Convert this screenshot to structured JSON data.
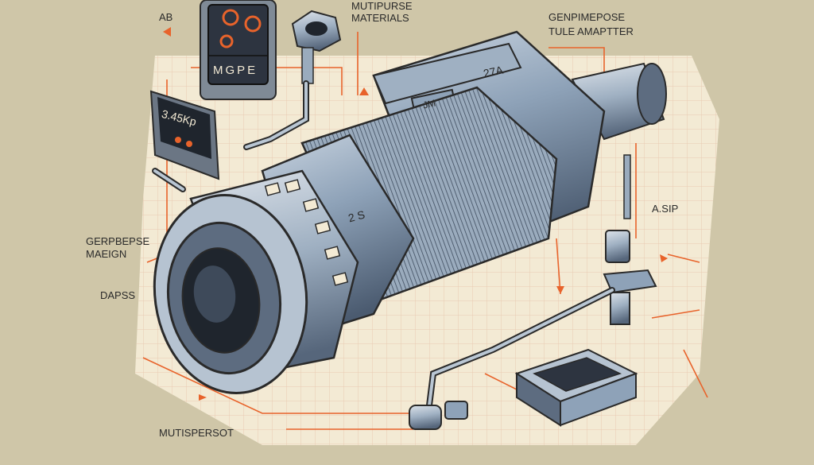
{
  "diagram": {
    "labels": {
      "top_left": "AB",
      "top_center_1": "MUTIPURSE",
      "top_center_2": "MATERIALS",
      "top_right_1": "GENPIMEPOSE",
      "top_right_2": "TULE AMAPTTER",
      "right_mid": "A.SIP",
      "left_mid_1": "GERPBEPSE",
      "left_mid_2": "MAEIGN",
      "left_lower": "DAPSS",
      "bottom_left": "MUTISPERSOT"
    },
    "device": {
      "panel_top": "MGPE",
      "panel_small": "3.45Kp",
      "collar": "27A",
      "bracket": "JM",
      "ring_mark": "2 S"
    }
  },
  "colors": {
    "background": "#cfc6a8",
    "paper": "#f3ead4",
    "grid": "#e6c9b0",
    "accent": "#e8632b",
    "metal": "#8ea2b8",
    "ink": "#2a2a2a"
  }
}
